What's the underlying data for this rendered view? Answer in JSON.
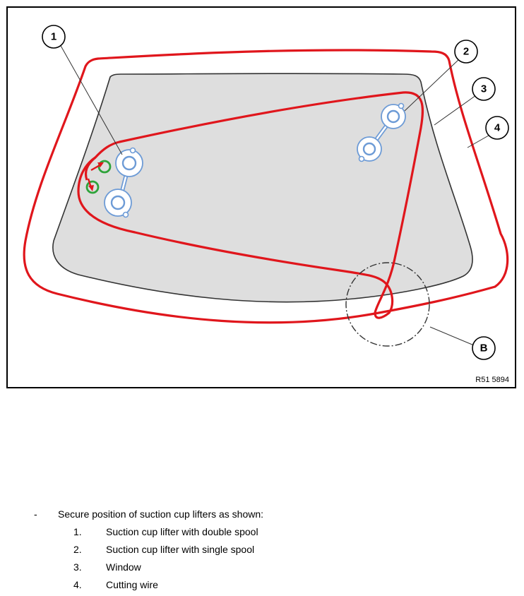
{
  "figure": {
    "reference": "R51 5894",
    "callouts": [
      "1",
      "2",
      "3",
      "4",
      "B"
    ],
    "colors": {
      "cutting_wire": "#e0161c",
      "glass_fill": "#dedede",
      "suction_cup": "#6d9bd6",
      "marker_circle": "#2ea33a",
      "outline": "#333333"
    },
    "icons": [
      "suction-cup-lifter-double-spool",
      "suction-cup-lifter-single-spool",
      "direction-arrow",
      "detail-circle"
    ]
  },
  "instructions": {
    "bullet": "-",
    "intro": "Secure position of suction cup lifters as shown:",
    "items": [
      {
        "num": "1.",
        "text": "Suction cup lifter with double spool"
      },
      {
        "num": "2.",
        "text": "Suction cup lifter with single spool"
      },
      {
        "num": "3.",
        "text": "Window"
      },
      {
        "num": "4.",
        "text": "Cutting wire"
      }
    ]
  }
}
